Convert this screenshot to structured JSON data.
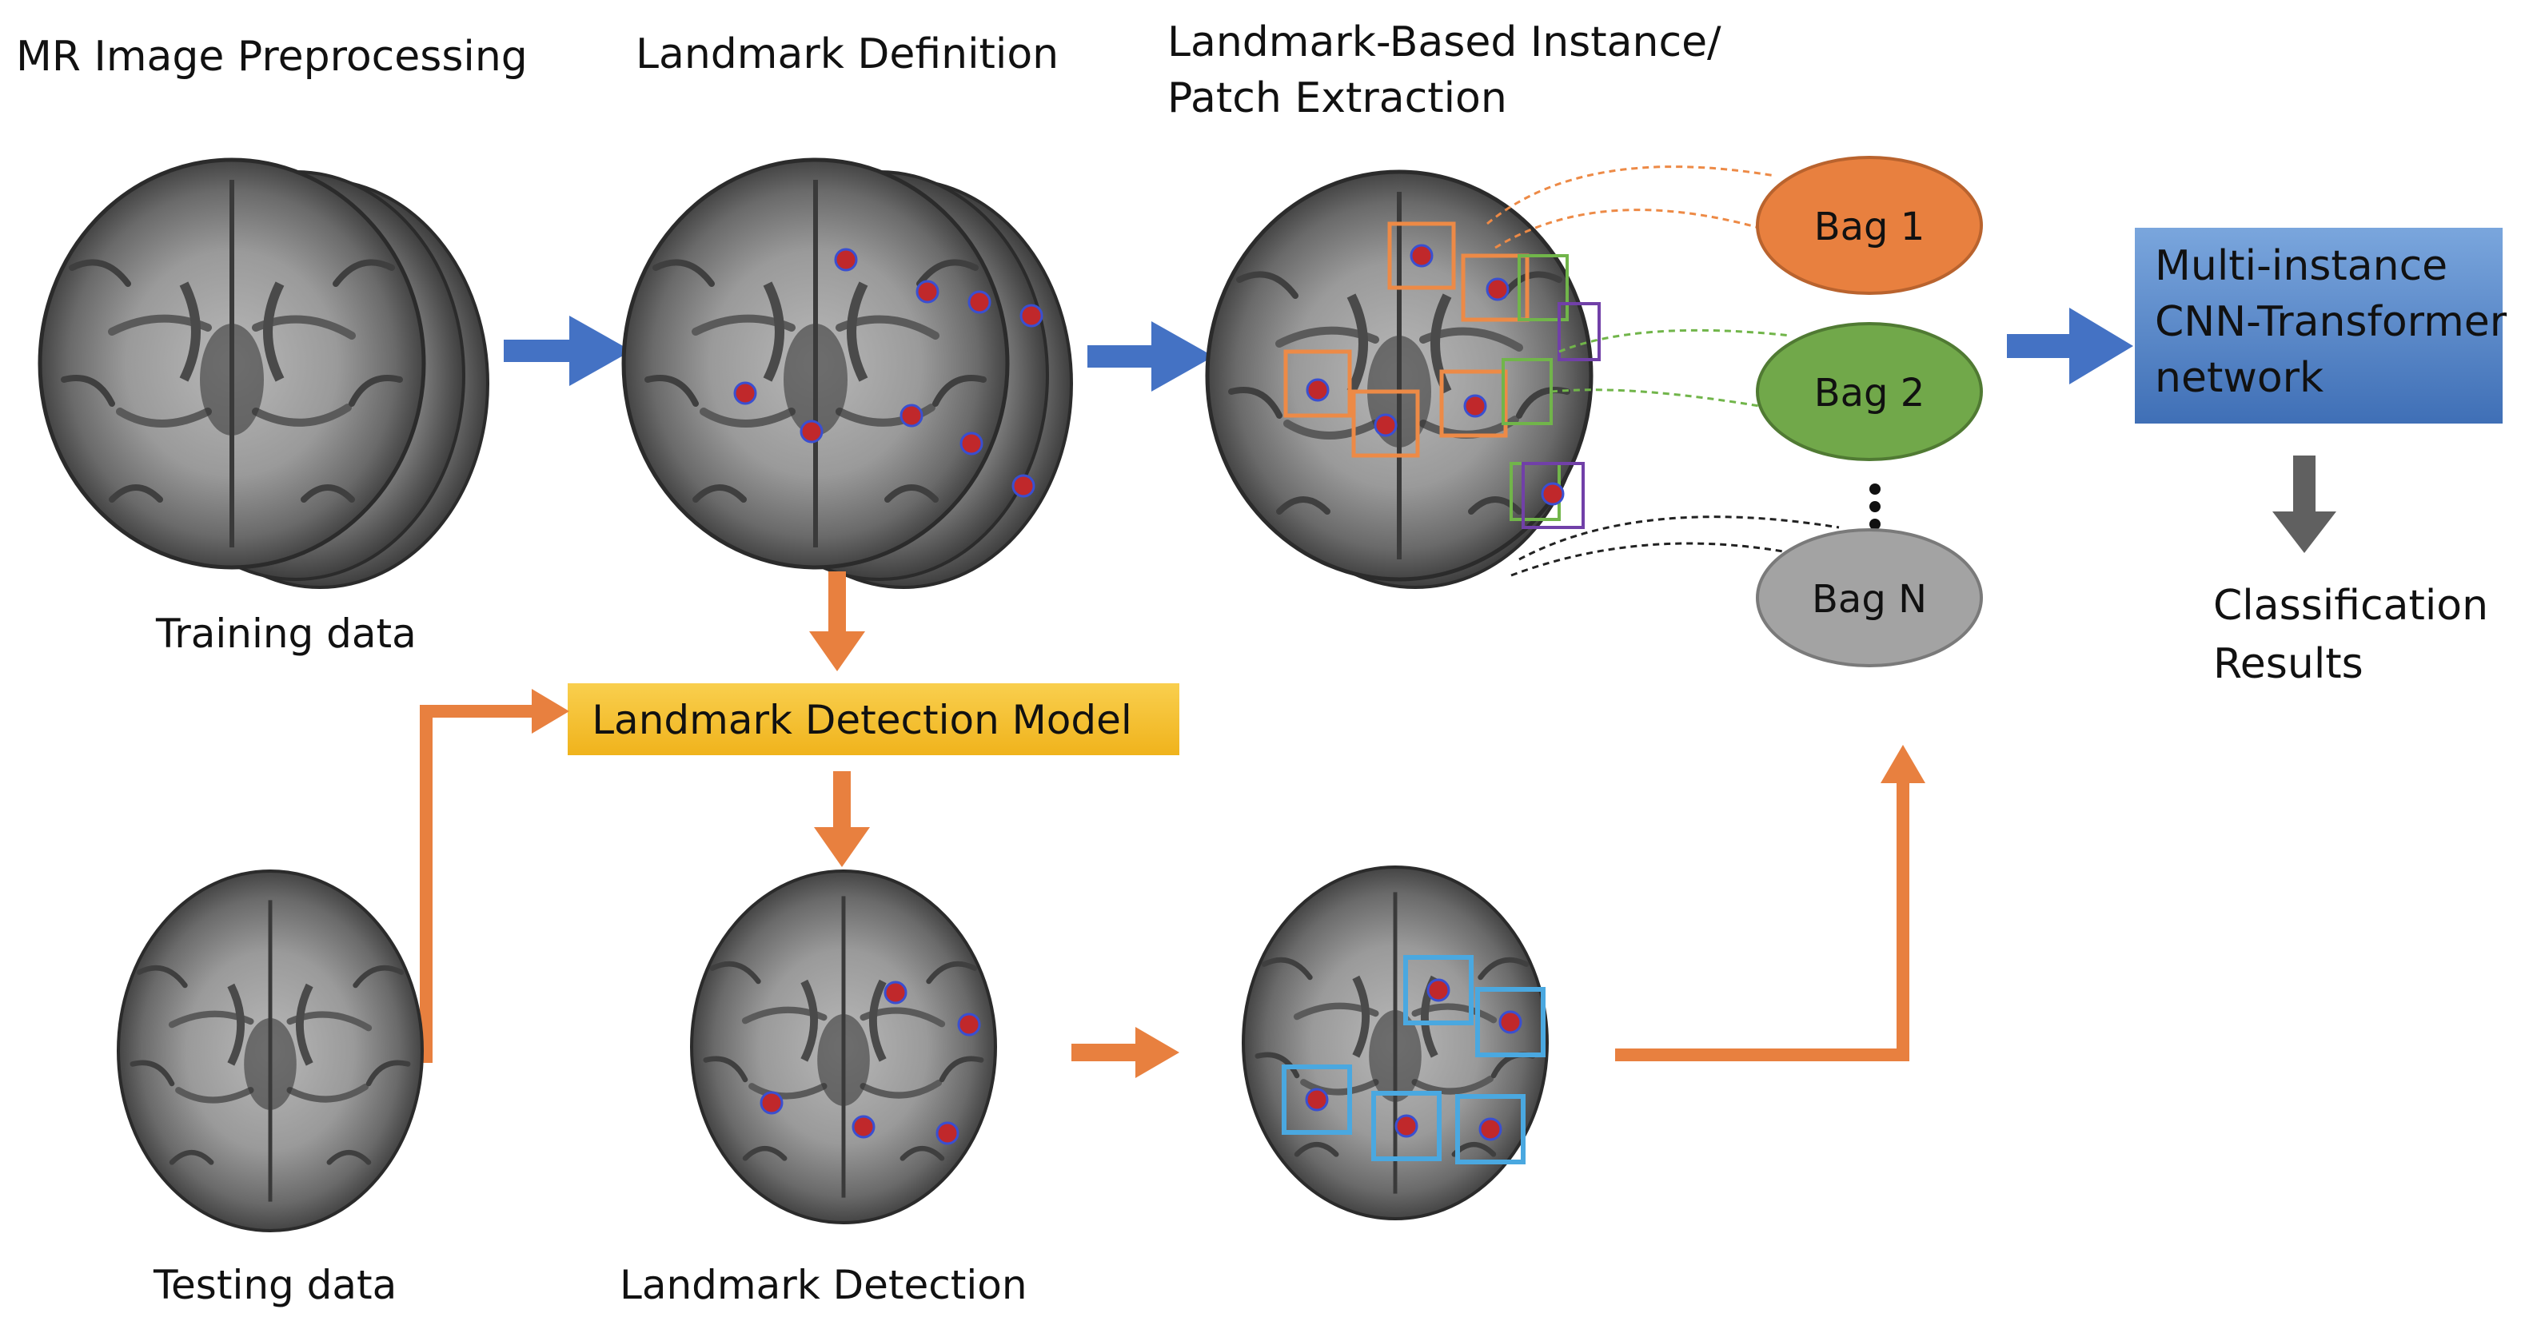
{
  "headings": {
    "preprocessing": "MR Image Preprocessing",
    "definition": "Landmark  Definition",
    "extraction_line1": "Landmark-Based Instance/",
    "extraction_line2": "Patch Extraction"
  },
  "captions": {
    "training": "Training data",
    "testing": "Testing data",
    "detection": "Landmark  Detection",
    "results_line1": "Classification",
    "results_line2": "Results"
  },
  "model_box": {
    "label": "Landmark Detection Model"
  },
  "network_box": {
    "line1": "Multi-instance",
    "line2": "CNN-Transformer",
    "line3": "network"
  },
  "bags": [
    {
      "label": "Bag 1",
      "color": "#e8803f"
    },
    {
      "label": "Bag 2",
      "color": "#71a84a"
    },
    {
      "label": "Bag N",
      "color": "#a3a3a3"
    }
  ],
  "colors": {
    "blue_arrow": "#4472c4",
    "orange_arrow": "#e8803f",
    "gray_arrow": "#606060",
    "landmark": "#c0282b",
    "orange_patch": "#ed8a46",
    "green_patch": "#71b54a",
    "purple_patch": "#7140a8",
    "blue_patch": "#4aa8e0",
    "model_box": "#f5c235",
    "network_box": "#5a88c6"
  }
}
